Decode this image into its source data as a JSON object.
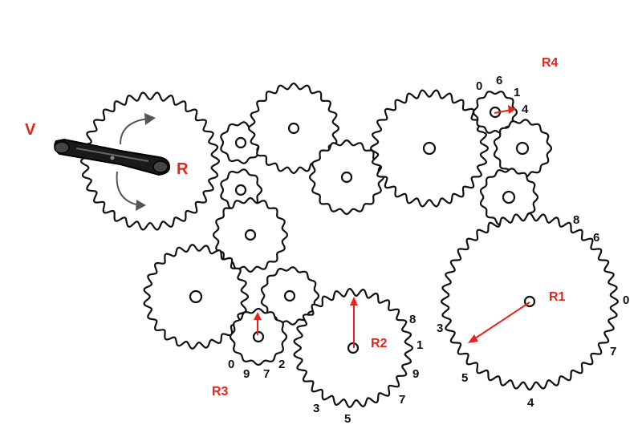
{
  "labels": {
    "crank_v": "V",
    "crank_r": "R",
    "r1": "R1",
    "r2": "R2",
    "r3": "R3",
    "r4": "R4"
  },
  "dials": {
    "r1": [
      "8",
      "6",
      "0",
      "7",
      "4",
      "5",
      "3"
    ],
    "r2": [
      "8",
      "1",
      "9",
      "7",
      "5",
      "3"
    ],
    "r3": [
      "0",
      "9",
      "7",
      "2"
    ],
    "r4": [
      "0",
      "6",
      "1",
      "4"
    ]
  },
  "colors": {
    "label_red": "#e8231b",
    "outline": "#111111"
  }
}
